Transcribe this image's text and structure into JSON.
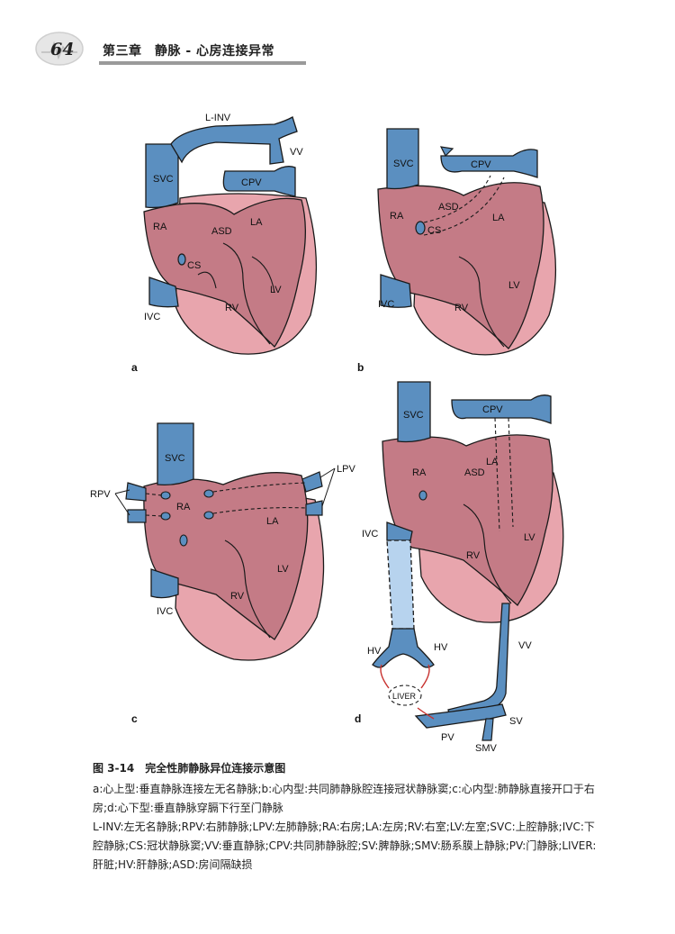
{
  "header": {
    "page_number": "64",
    "chapter_title": "第三章　静脉 - 心房连接异常"
  },
  "panels": {
    "a": {
      "letter": "a",
      "labels": {
        "linv": "L-INV",
        "vv": "VV",
        "svc": "SVC",
        "cpv": "CPV",
        "ra": "RA",
        "asd": "ASD",
        "la": "LA",
        "cs": "CS",
        "ivc": "IVC",
        "rv": "RV",
        "lv": "LV"
      }
    },
    "b": {
      "letter": "b",
      "labels": {
        "svc": "SVC",
        "cpv": "CPV",
        "ra": "RA",
        "asd": "ASD",
        "la": "LA",
        "cs": "CS",
        "ivc": "IVC",
        "rv": "RV",
        "lv": "LV"
      }
    },
    "c": {
      "letter": "c",
      "labels": {
        "svc": "SVC",
        "lpv": "LPV",
        "rpv": "RPV",
        "ra": "RA",
        "la": "LA",
        "ivc": "IVC",
        "rv": "RV",
        "lv": "LV"
      }
    },
    "d": {
      "letter": "d",
      "labels": {
        "svc": "SVC",
        "cpv": "CPV",
        "ra": "RA",
        "asd": "ASD",
        "la": "LA",
        "ivc": "IVC",
        "rv": "RV",
        "lv": "LV",
        "hv_left": "HV",
        "hv_right": "HV",
        "vv": "VV",
        "liver": "LIVER",
        "sv": "SV",
        "pv": "PV",
        "smv": "SMV"
      }
    }
  },
  "caption": {
    "title": "图 3-14　完全性肺静脉异位连接示意图",
    "body": "a:心上型:垂直静脉连接左无名静脉;b:心内型:共同肺静脉腔连接冠状静脉窦;c:心内型:肺静脉直接开口于右房;d:心下型:垂直静脉穿膈下行至门静脉",
    "legend": "L-INV:左无名静脉;RPV:右肺静脉;LPV:左肺静脉;RA:右房;LA:左房;RV:右室;LV:左室;SVC:上腔静脉;IVC:下腔静脉;CS:冠状静脉窦;VV:垂直静脉;CPV:共同肺静脉腔;SV:脾静脉;SMV:肠系膜上静脉;PV:门静脉;LIVER:肝脏;HV:肝静脉;ASD:房间隔缺损"
  },
  "colors": {
    "heart_fill": "#c47b86",
    "heart_outer": "#e8a5ad",
    "vein_fill": "#5b8fc0",
    "vein_light": "#b7d3ee",
    "outline": "#1a1a1a",
    "arrow": "#c8322f",
    "rule": "#9a9a9a"
  }
}
